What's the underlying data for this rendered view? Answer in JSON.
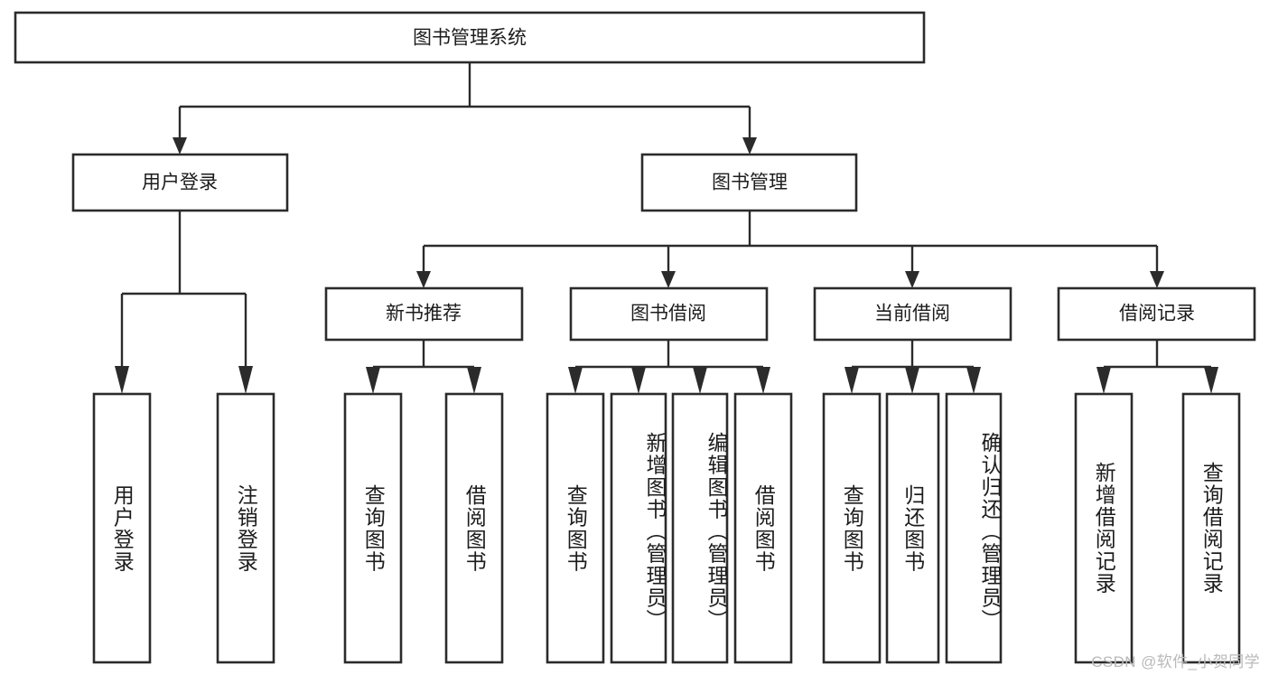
{
  "diagram": {
    "title": "图书管理系统",
    "type": "tree",
    "orientation": "top-down",
    "colors": {
      "box_stroke": "#2b2b2b",
      "box_fill": "#ffffff",
      "text": "#1c1c1c",
      "connector": "#2b2b2b",
      "watermark": "#b9b9b9",
      "background": "#ffffff"
    },
    "root": {
      "label": "图书管理系统"
    },
    "level2": [
      {
        "label": "用户登录"
      },
      {
        "label": "图书管理"
      }
    ],
    "level3": [
      {
        "label": "新书推荐"
      },
      {
        "label": "图书借阅"
      },
      {
        "label": "当前借阅"
      },
      {
        "label": "借阅记录"
      }
    ],
    "leaves": {
      "user_login": [
        {
          "label": "用户登录"
        },
        {
          "label": "注销登录"
        }
      ],
      "new_book_recommend": [
        {
          "label": "查询图书"
        },
        {
          "label": "借阅图书"
        }
      ],
      "book_borrow": [
        {
          "label": "查询图书"
        },
        {
          "label": "新增图书（管理员）"
        },
        {
          "label": "编辑图书（管理员）"
        },
        {
          "label": "借阅图书"
        }
      ],
      "current_borrow": [
        {
          "label": "查询图书"
        },
        {
          "label": "归还图书"
        },
        {
          "label": "确认归还（管理员）"
        }
      ],
      "borrow_record": [
        {
          "label": "新增借阅记录"
        },
        {
          "label": "查询借阅记录"
        }
      ]
    }
  },
  "watermark": {
    "text": "CSDN @软件_小贺同学"
  }
}
